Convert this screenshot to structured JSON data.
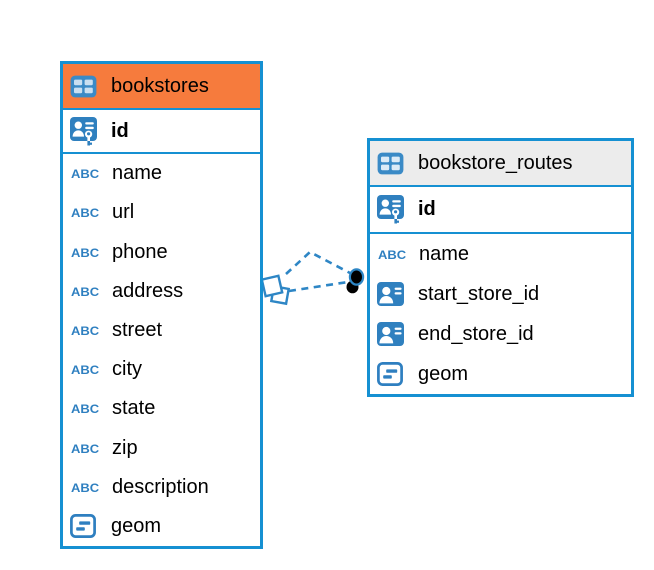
{
  "diagram": {
    "colors": {
      "table_border": "#1590d2",
      "accent_blue": "#2e86c5",
      "bookstores_header_bg": "#f67b3d",
      "routes_header_bg": "#ececec",
      "connector_dot": "#000000",
      "background": "#ffffff"
    },
    "icons": {
      "text_type_label": "ABC"
    },
    "connector": {
      "style": "dashed",
      "line_color": "#2e86c5",
      "source_symbol": "stacked-squares",
      "target_symbol": "black-dots"
    },
    "tables": [
      {
        "name": "bookstores",
        "pk": {
          "name": "id",
          "type": "primary-key"
        },
        "columns": [
          {
            "name": "name",
            "type": "text"
          },
          {
            "name": "url",
            "type": "text"
          },
          {
            "name": "phone",
            "type": "text"
          },
          {
            "name": "address",
            "type": "text"
          },
          {
            "name": "street",
            "type": "text"
          },
          {
            "name": "city",
            "type": "text"
          },
          {
            "name": "state",
            "type": "text"
          },
          {
            "name": "zip",
            "type": "text"
          },
          {
            "name": "description",
            "type": "text"
          },
          {
            "name": "geom",
            "type": "geometry"
          }
        ]
      },
      {
        "name": "bookstore_routes",
        "pk": {
          "name": "id",
          "type": "primary-key"
        },
        "columns": [
          {
            "name": "name",
            "type": "text"
          },
          {
            "name": "start_store_id",
            "type": "foreign-key"
          },
          {
            "name": "end_store_id",
            "type": "foreign-key"
          },
          {
            "name": "geom",
            "type": "geometry"
          }
        ]
      }
    ]
  }
}
